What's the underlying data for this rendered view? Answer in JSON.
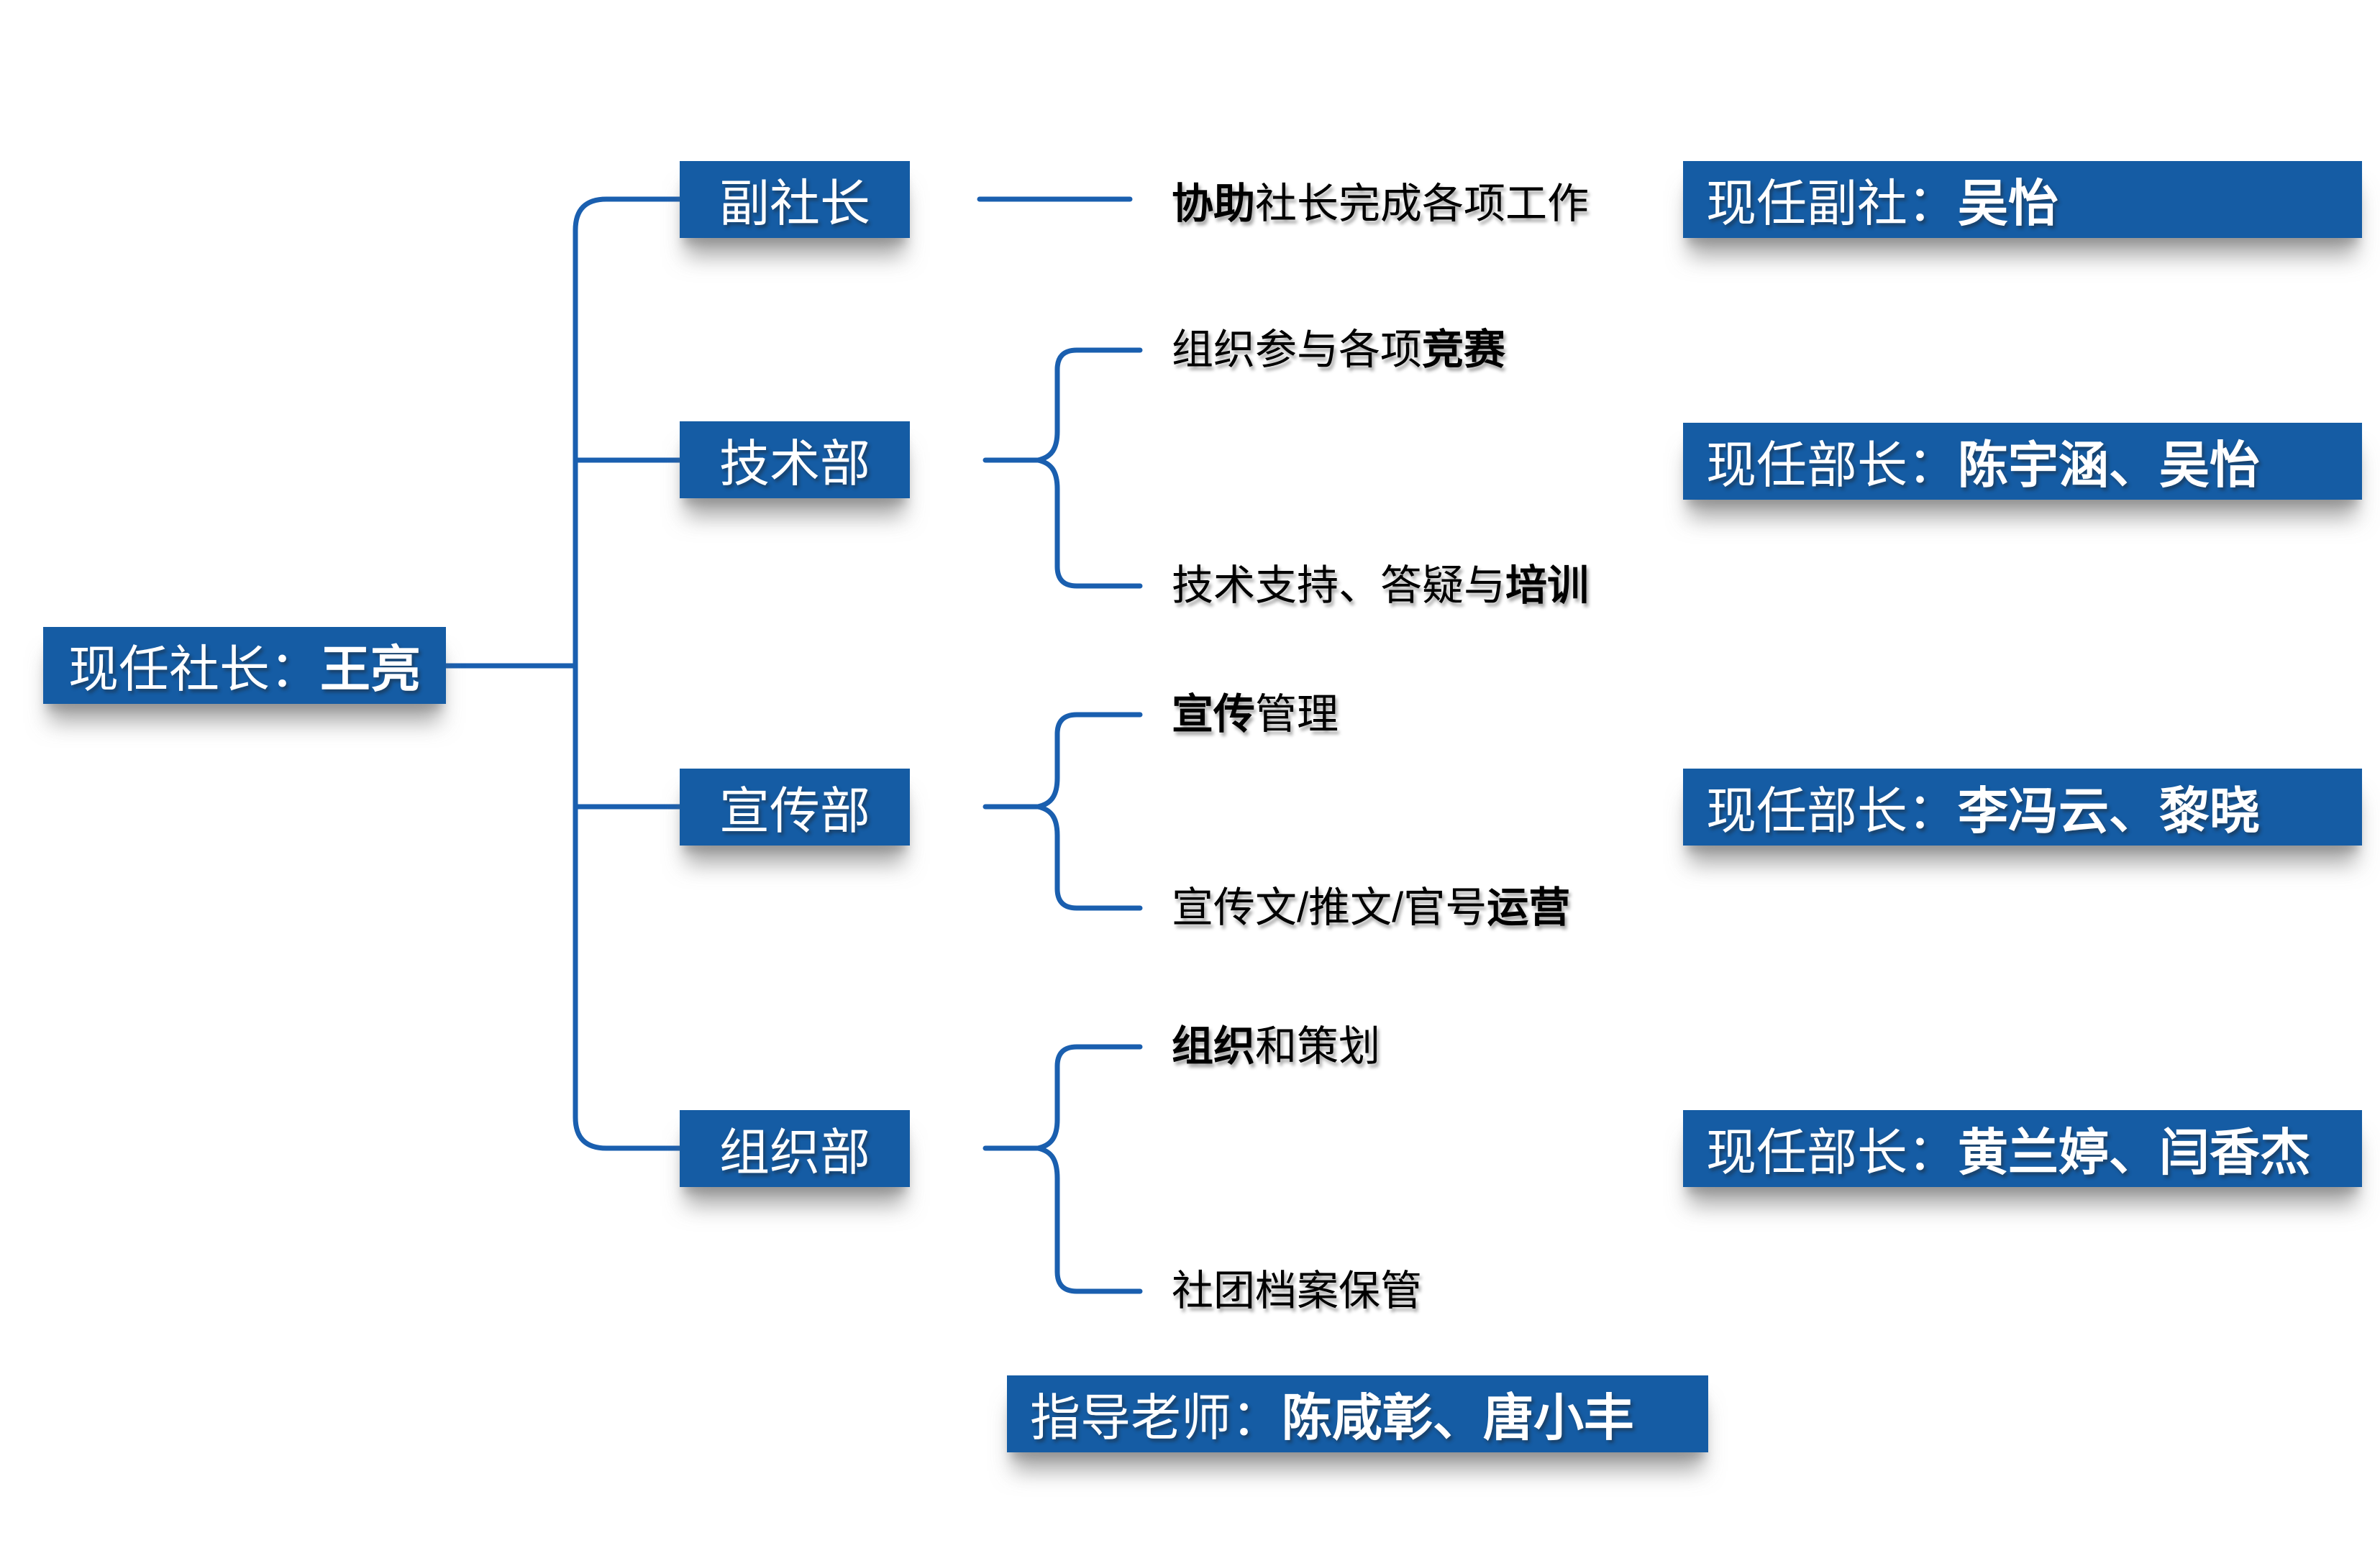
{
  "colors": {
    "box_blue": "#155CA4",
    "line_blue": "#1A5FAF",
    "duty_text": "#000000",
    "box_text": "#FFFFFF",
    "background": "#FFFFFF"
  },
  "root_box": {
    "label": "现任社长：",
    "name": "王亮"
  },
  "dept_boxes": [
    {
      "label": "副社长"
    },
    {
      "label": "技术部"
    },
    {
      "label": "宣传部"
    },
    {
      "label": "组织部"
    }
  ],
  "duties": [
    {
      "pre": "",
      "bold": "协助",
      "post": "社长完成各项工作"
    },
    {
      "pre": "组织参与各项",
      "bold": "竞赛",
      "post": ""
    },
    {
      "pre": "技术支持、答疑与",
      "bold": "培训",
      "post": ""
    },
    {
      "pre": "",
      "bold": "宣传",
      "post": "管理"
    },
    {
      "pre": "宣传文/推文/官号",
      "bold": "运营",
      "post": ""
    },
    {
      "pre": "",
      "bold": "组织",
      "post": "和策划"
    },
    {
      "pre": "社团档案保管",
      "bold": "",
      "post": ""
    }
  ],
  "holder_boxes": [
    {
      "label": "现任副社：",
      "names": "吴怡"
    },
    {
      "label": "现任部长：",
      "names": "陈宇涵、吴怡"
    },
    {
      "label": "现任部长：",
      "names": "李冯云、黎晓"
    },
    {
      "label": "现任部长：",
      "names": "黄兰婷、闫香杰"
    }
  ],
  "advisor_box": {
    "label": "指导老师：",
    "names": "陈咸彰、唐小丰"
  }
}
